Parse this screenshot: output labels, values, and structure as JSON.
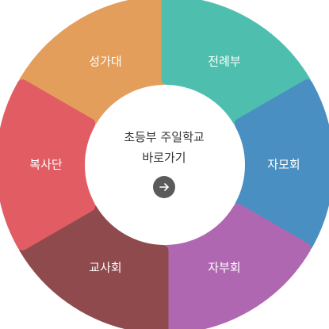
{
  "center": {
    "line1": "초등부 주일학교",
    "line2": "바로가기",
    "arrow_icon": "arrow-right-icon"
  },
  "segments": [
    {
      "key": "seongadae",
      "label": "성가대",
      "color": "#e39e5c"
    },
    {
      "key": "jeonryebu",
      "label": "전례부",
      "color": "#4ebfae"
    },
    {
      "key": "jamohoe",
      "label": "자모회",
      "color": "#4a8fc2"
    },
    {
      "key": "jabuhoe",
      "label": "자부회",
      "color": "#b067b1"
    },
    {
      "key": "gyosahoe",
      "label": "교사회",
      "color": "#8e4a4c"
    },
    {
      "key": "boksadan",
      "label": "복사단",
      "color": "#e15c63"
    }
  ]
}
